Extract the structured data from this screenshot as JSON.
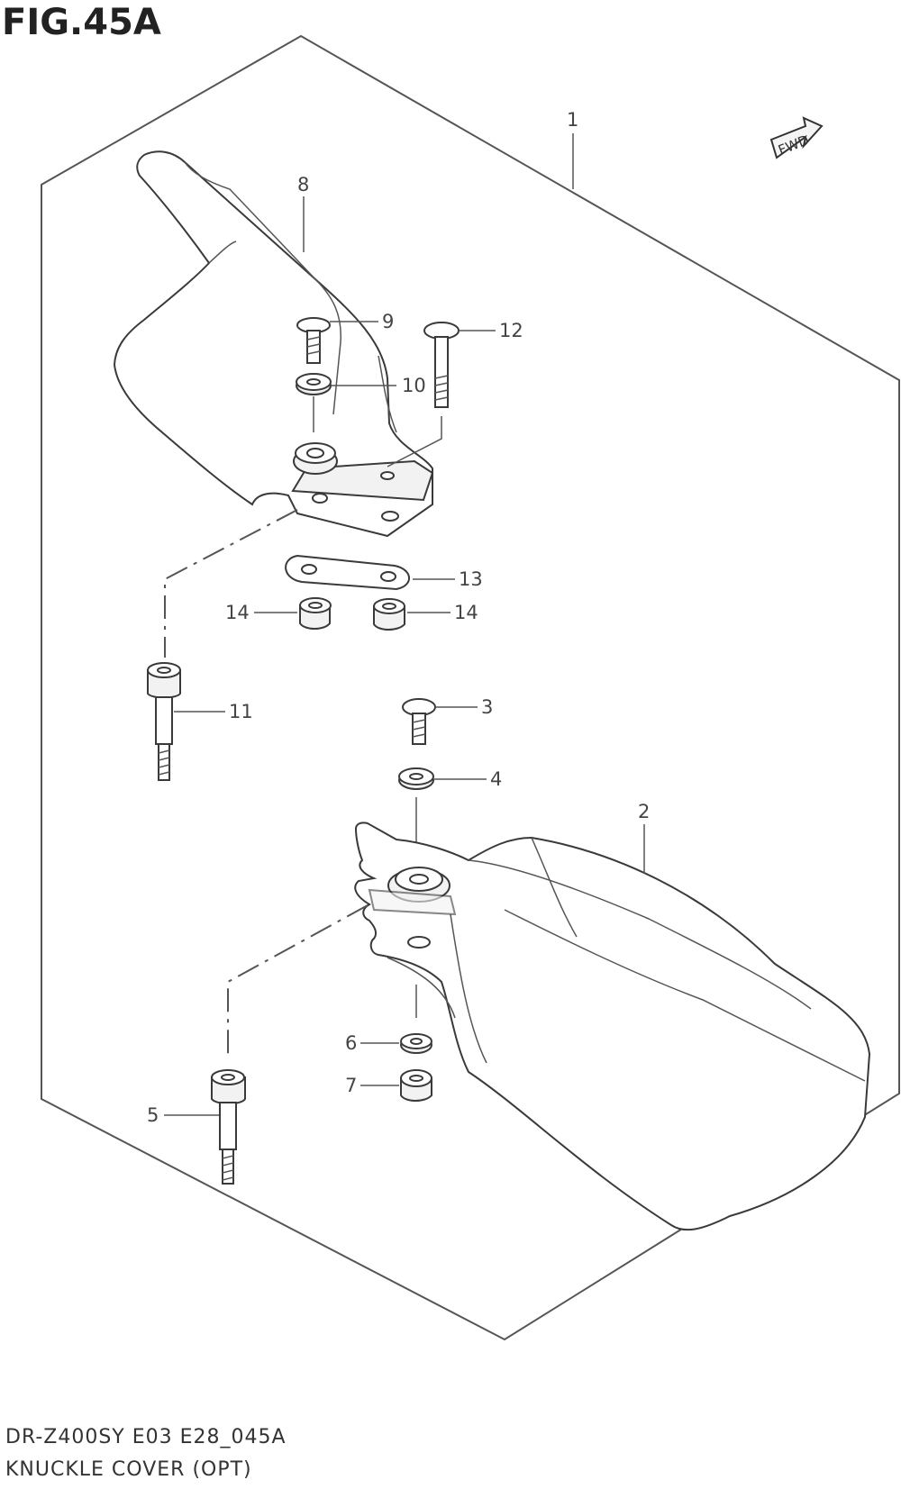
{
  "figure": {
    "title": "FIG.45A",
    "model_code": "DR-Z400SY E03 E28_045A",
    "description": "KNUCKLE COVER (OPT)"
  },
  "fwd_label": "FWD",
  "callouts": {
    "c1": "1",
    "c2": "2",
    "c3": "3",
    "c4": "4",
    "c5": "5",
    "c6": "6",
    "c7": "7",
    "c8": "8",
    "c9": "9",
    "c10": "10",
    "c11": "11",
    "c12": "12",
    "c13": "13",
    "c14a": "14",
    "c14b": "14"
  }
}
